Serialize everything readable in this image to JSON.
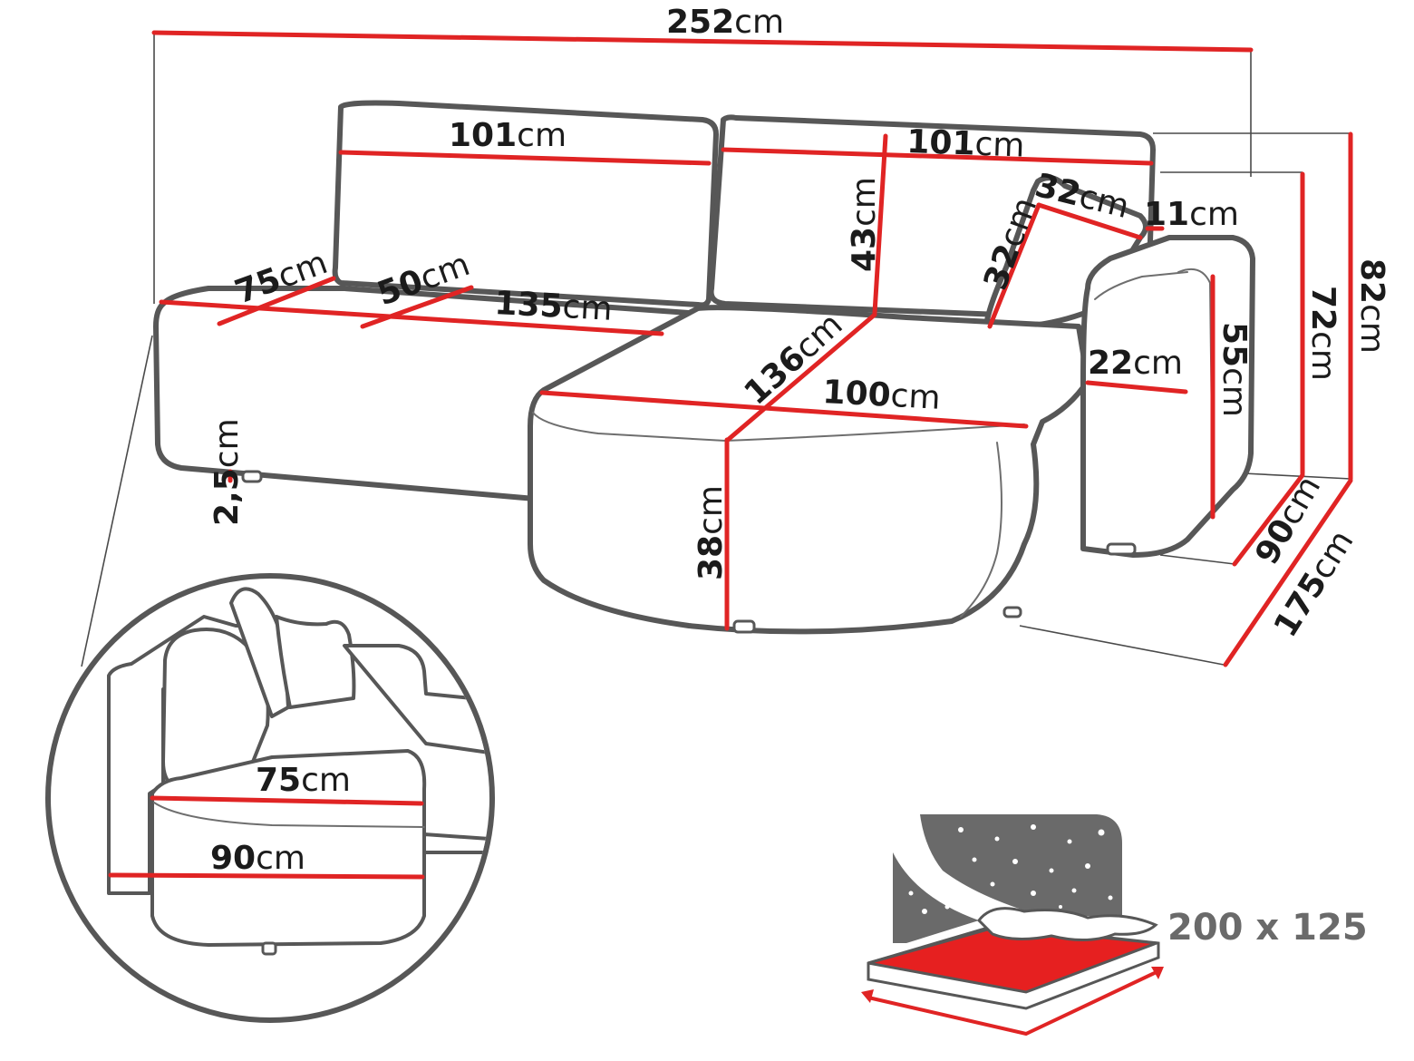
{
  "colors": {
    "dimension_line": "#e02424",
    "outline": "#575757",
    "label": "#1b1b1b",
    "bed_text": "#6a6a6a",
    "sleeping_surface": "#e62020"
  },
  "dimensions": {
    "total_width": {
      "num": "252",
      "unit": "cm"
    },
    "backrest_left_width": {
      "num": "101",
      "unit": "cm"
    },
    "backrest_right_width": {
      "num": "101",
      "unit": "cm"
    },
    "backrest_height": {
      "num": "43",
      "unit": "cm"
    },
    "pillow_width": {
      "num": "32",
      "unit": "cm"
    },
    "pillow_height": {
      "num": "32",
      "unit": "cm"
    },
    "armrest_top_height": {
      "num": "11",
      "unit": "cm"
    },
    "total_height": {
      "num": "82",
      "unit": "cm"
    },
    "armrest_height": {
      "num": "72",
      "unit": "cm"
    },
    "seat_depth": {
      "num": "75",
      "unit": "cm"
    },
    "seat_width_partial": {
      "num": "50",
      "unit": "cm"
    },
    "seat_width": {
      "num": "135",
      "unit": "cm"
    },
    "chaise_length": {
      "num": "136",
      "unit": "cm"
    },
    "chaise_width": {
      "num": "100",
      "unit": "cm"
    },
    "armrest_width": {
      "num": "22",
      "unit": "cm"
    },
    "armrest_inner_height": {
      "num": "55",
      "unit": "cm"
    },
    "foot_height": {
      "num": "2,5",
      "unit": "cm"
    },
    "seat_height": {
      "num": "38",
      "unit": "cm"
    },
    "depth": {
      "num": "90",
      "unit": "cm"
    },
    "chaise_depth": {
      "num": "175",
      "unit": "cm"
    }
  },
  "detail_view": {
    "seat_depth": {
      "num": "75",
      "unit": "cm"
    },
    "total_depth": {
      "num": "90",
      "unit": "cm"
    }
  },
  "bed": {
    "size_label": "200 x 125",
    "icon": "bed-night-stars-icon"
  }
}
